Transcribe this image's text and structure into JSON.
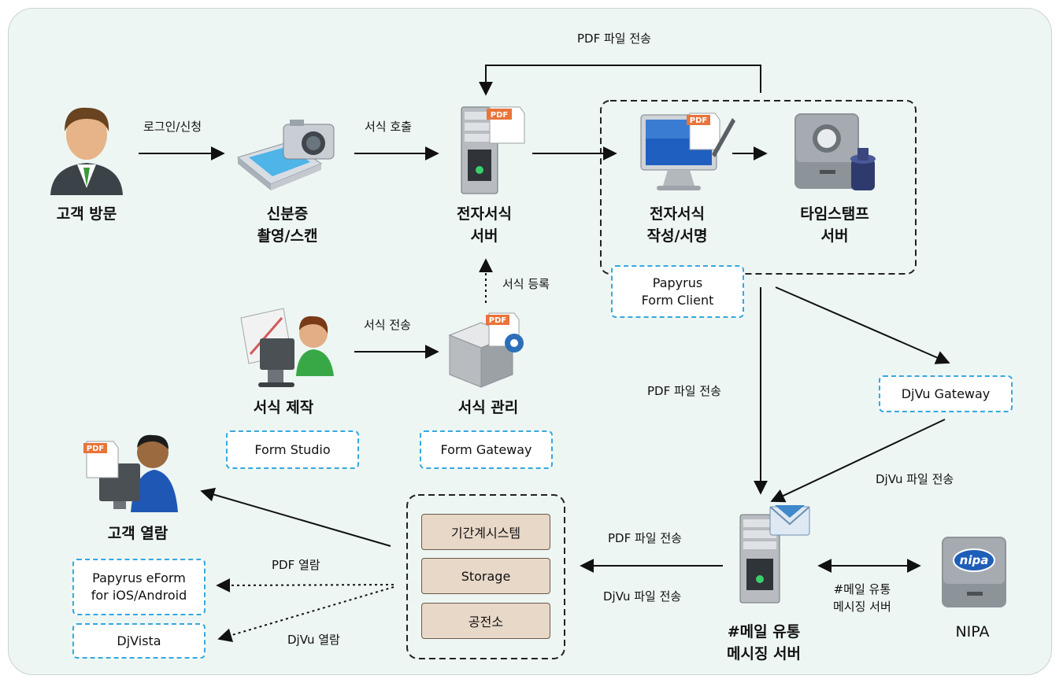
{
  "nodes": {
    "visit": "고객 방문",
    "scan_1": "신분증",
    "scan_2": "촬영/스캔",
    "eform_server_1": "전자서식",
    "eform_server_2": "서버",
    "sign_1": "전자서식",
    "sign_2": "작성/서명",
    "tsa_1": "타임스탬프",
    "tsa_2": "서버",
    "form_make": "서식 제작",
    "form_manage": "서식 관리",
    "customer_view": "고객 열람",
    "mail_server_1": "#메일 유통",
    "mail_server_2": "메시징 서버",
    "nipa": "NIPA"
  },
  "products": {
    "papyrus_client_1": "Papyrus",
    "papyrus_client_2": "Form Client",
    "djvu_gateway": "DjVu Gateway",
    "form_studio": "Form Studio",
    "form_gateway": "Form Gateway",
    "eform_mobile_1": "Papyrus eForm",
    "eform_mobile_2": "for iOS/Android",
    "djvista": "DjVista"
  },
  "systems": [
    "기간계시스템",
    "Storage",
    "공전소"
  ],
  "edges": {
    "login": "로그인/신청",
    "form_call": "서식 호출",
    "pdf_top": "PDF 파일 전송",
    "form_register": "서식 등록",
    "form_send": "서식 전송",
    "pdf_down": "PDF 파일 전송",
    "djvu_to_mail": "DjVu 파일 전송",
    "pdf_left": "PDF 파일 전송",
    "djvu_left": "DjVu 파일 전송",
    "pdf_view": "PDF 열람",
    "djvu_view": "DjVu 열람",
    "mail_nipa_1": "#메일 유통",
    "mail_nipa_2": "메시징 서버"
  },
  "icons": {
    "pdf_badge": "PDF",
    "nipa_logo": "nipa"
  },
  "colors": {
    "panel_bg": "#edf6f3",
    "tag_border": "#35a8e0",
    "system_fill": "#e8d8c8",
    "pdf_badge": "#e8743b"
  }
}
